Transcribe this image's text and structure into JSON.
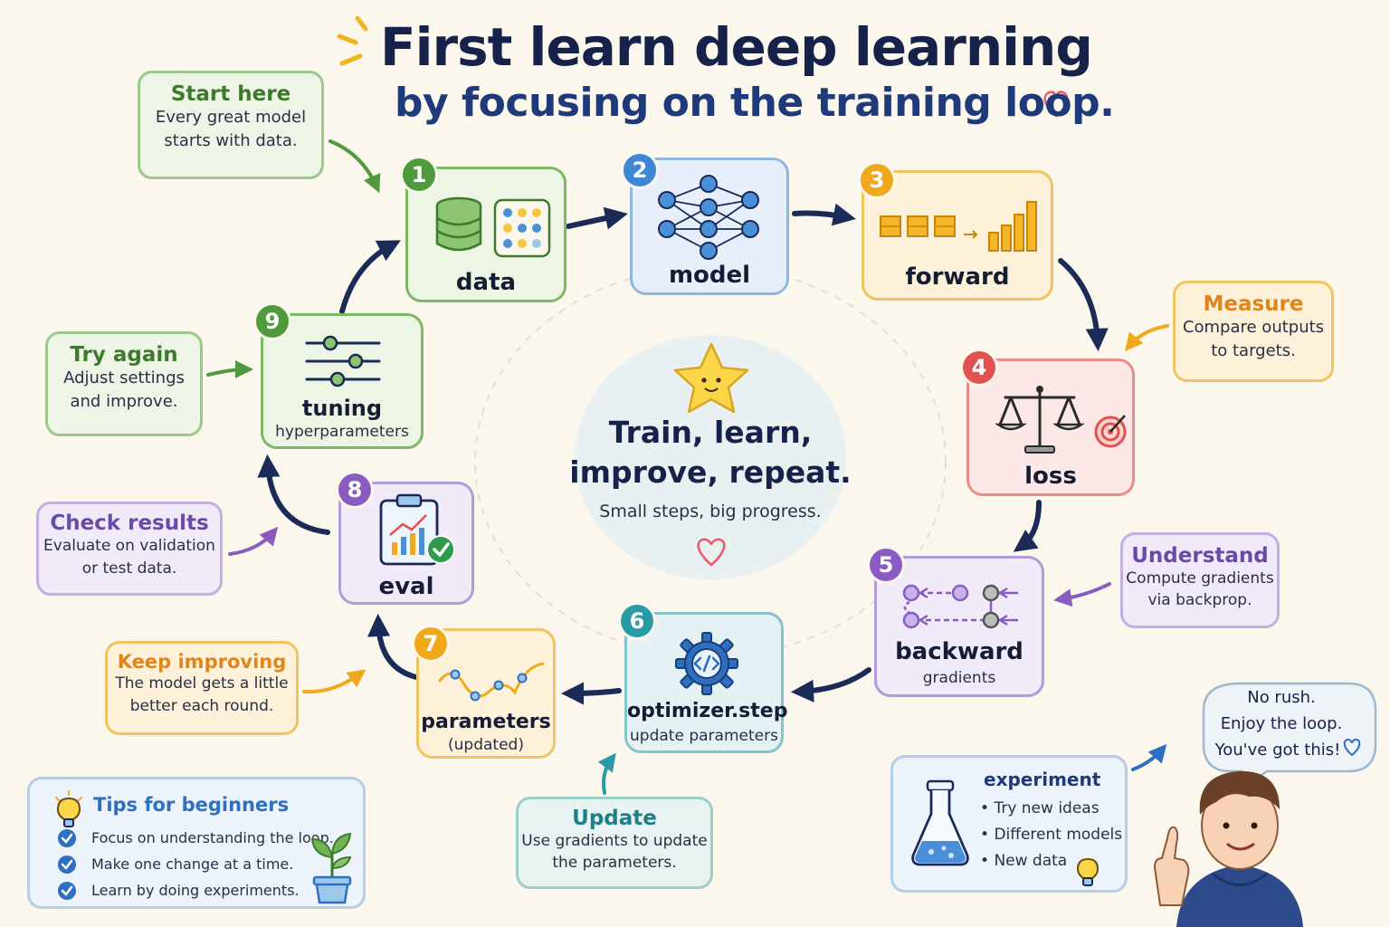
{
  "title": {
    "line1": "First learn deep learning",
    "line2": "by focusing on the training loop."
  },
  "steps": [
    {
      "number": "1",
      "label": "data",
      "sub": "",
      "color": "#4e9a3c"
    },
    {
      "number": "2",
      "label": "model",
      "sub": "",
      "color": "#3f86d4"
    },
    {
      "number": "3",
      "label": "forward",
      "sub": "",
      "color": "#f0a91a"
    },
    {
      "number": "4",
      "label": "loss",
      "sub": "",
      "color": "#e0514f"
    },
    {
      "number": "5",
      "label": "backward",
      "sub": "gradients",
      "color": "#8a5cc2"
    },
    {
      "number": "6",
      "label": "optimizer.step",
      "sub": "update parameters",
      "color": "#2a9aa6"
    },
    {
      "number": "7",
      "label": "parameters",
      "sub": "(updated)",
      "color": "#f0a91a"
    },
    {
      "number": "8",
      "label": "eval",
      "sub": "",
      "color": "#8a5cc2"
    },
    {
      "number": "9",
      "label": "tuning",
      "sub": "hyperparameters",
      "color": "#4e9a3c"
    }
  ],
  "notes": {
    "start": {
      "heading": "Start here",
      "line1": "Every great model",
      "line2": "starts with data."
    },
    "measure": {
      "heading": "Measure",
      "line1": "Compare outputs",
      "line2": "to targets."
    },
    "understand": {
      "heading": "Understand",
      "line1": "Compute gradients",
      "line2": "via backprop."
    },
    "update": {
      "heading": "Update",
      "line1": "Use gradients to update",
      "line2": "the parameters."
    },
    "keep": {
      "heading": "Keep improving",
      "line1": "The model gets a little",
      "line2": "better each round."
    },
    "check": {
      "heading": "Check results",
      "line1": "Evaluate on validation",
      "line2": "or test data."
    },
    "try": {
      "heading": "Try again",
      "line1": "Adjust settings",
      "line2": "and improve."
    }
  },
  "center": {
    "line1": "Train, learn,",
    "line2": "improve, repeat.",
    "tagline": "Small steps, big progress."
  },
  "tips": {
    "heading": "Tips for beginners",
    "items": [
      "Focus on understanding the loop.",
      "Make one change at a time.",
      "Learn by doing experiments."
    ]
  },
  "experiment": {
    "heading": "experiment",
    "items": [
      "Try new ideas",
      "Different models",
      "New data"
    ]
  },
  "speech": {
    "line1": "No rush.",
    "line2": "Enjoy the loop.",
    "line3": "You've got this!"
  },
  "icons": {
    "title_accent": "sparkle-lines-icon",
    "title_heart": "heart-icon",
    "star": "smiling-star-icon",
    "center_heart": "heart-icon",
    "database": "database-icon",
    "dots_grid": "dots-grid-icon",
    "network": "neural-network-icon",
    "forward": "blocks-to-bars-icon",
    "scale": "balance-scale-icon",
    "target": "target-icon",
    "graph": "backprop-graph-icon",
    "gear": "gear-code-icon",
    "curve": "parameter-curve-icon",
    "clipboard": "clipboard-chart-icon",
    "sliders": "sliders-icon",
    "lightbulb": "lightbulb-icon",
    "check": "check-circle-icon",
    "plant": "plant-icon",
    "flask": "flask-icon",
    "boy": "boy-character-icon"
  }
}
